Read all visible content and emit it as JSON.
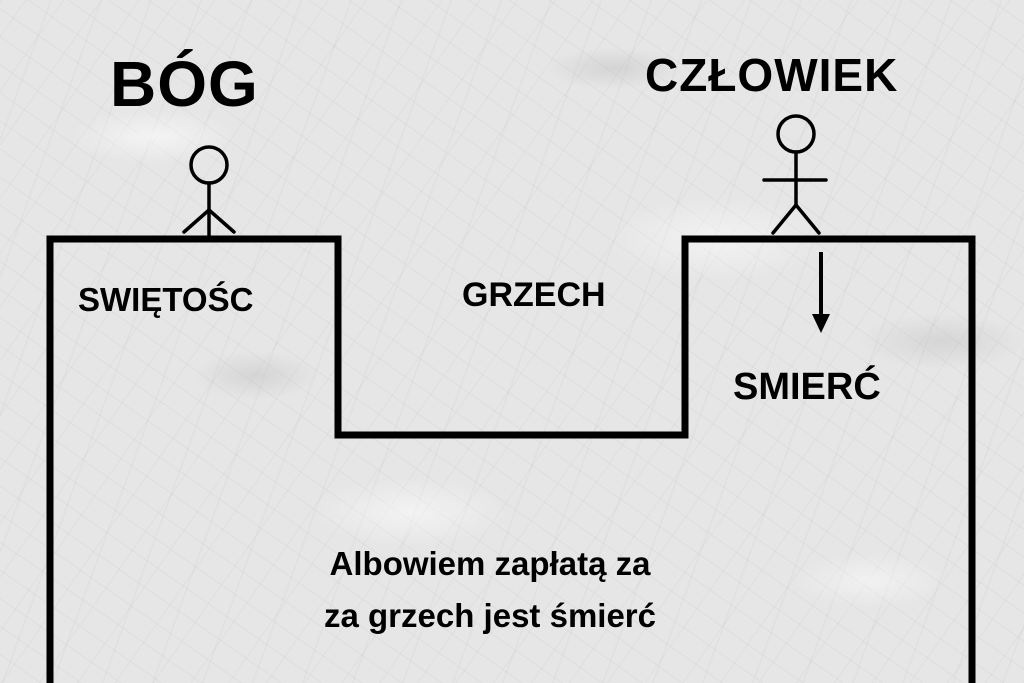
{
  "labels": {
    "god": "BÓG",
    "man": "CZŁOWIEK",
    "holiness": "SWIĘTOŚC",
    "sin": "GRZECH",
    "death": "SMIERĆ"
  },
  "verse": {
    "line1": "Albowiem zapłatą za",
    "line2": "za grzech jest śmierć"
  },
  "icons": {
    "god_figure": "stick-figure-icon",
    "man_figure": "stick-figure-icon",
    "arrow": "arrow-down-icon"
  },
  "colors": {
    "ink": "#000000",
    "background": "#e6e6e6"
  }
}
